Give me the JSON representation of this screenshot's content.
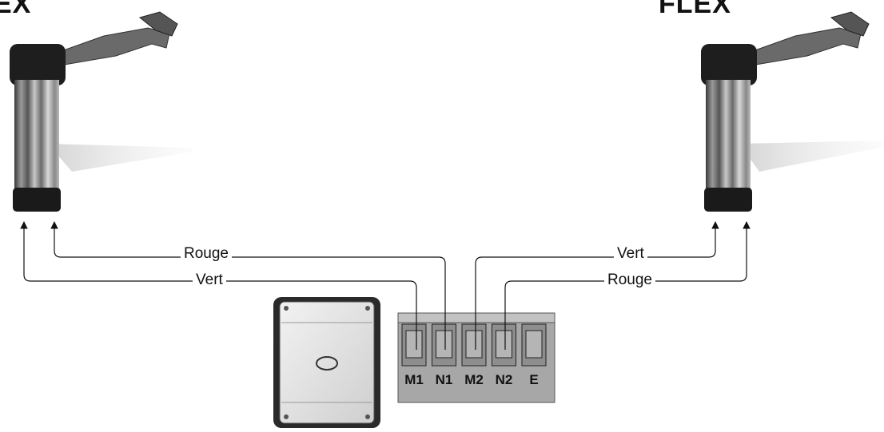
{
  "titles": {
    "left": "EX",
    "right": "FLEX"
  },
  "wires": {
    "left_top": "Rouge",
    "left_bottom": "Vert",
    "right_top": "Vert",
    "right_bottom": "Rouge"
  },
  "terminals": [
    "M1",
    "N1",
    "M2",
    "N2",
    "E"
  ]
}
